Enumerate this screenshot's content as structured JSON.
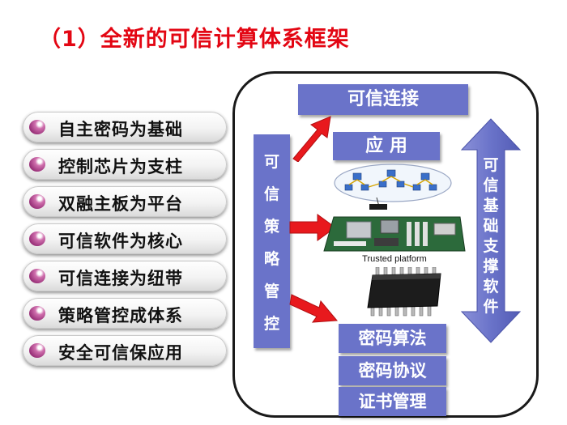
{
  "title": "（1）全新的可信计算体系框架",
  "items": [
    "自主密码为基础",
    "控制芯片为支柱",
    "双融主板为平台",
    "可信软件为核心",
    "可信连接为纽带",
    "策略管控成体系",
    "安全可信保应用"
  ],
  "diagram": {
    "top_box": "可信连接",
    "app_box": "应 用",
    "policy_chars": [
      "可",
      "信",
      "策",
      "略",
      "管",
      "控"
    ],
    "support_chars": [
      "可",
      "信",
      "基",
      "础",
      "支",
      "撑",
      "软",
      "件"
    ],
    "board_label": "Trusted platform",
    "crypto_boxes": [
      "密码算法",
      "密码协议",
      "证书管理"
    ]
  },
  "colors": {
    "title": "#e30613",
    "box": "#6a73c9",
    "arrow_red": "#e8191d",
    "bullet": "#a8307f"
  },
  "icons": [
    "network-cluster-icon",
    "trusted-motherboard-image",
    "chip-image",
    "red-arrow-icon",
    "double-arrow-icon"
  ]
}
